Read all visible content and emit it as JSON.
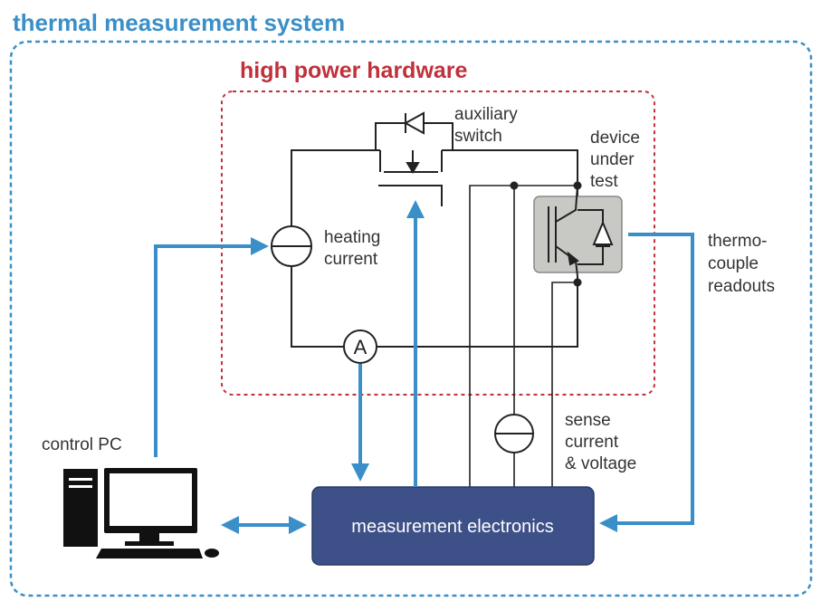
{
  "colors": {
    "system_border": "#3a8fc8",
    "hardware_border": "#c0313a",
    "arrow": "#3a8fc8",
    "wire": "#222222",
    "electronics_fill": "#3d5088",
    "electronics_text": "#ffffff",
    "dut_fill": "#c8c8c4"
  },
  "titles": {
    "system": "thermal measurement system",
    "hardware": "high power hardware"
  },
  "labels": {
    "auxiliary_switch": [
      "auxiliary",
      "switch"
    ],
    "device_under_test": [
      "device",
      "under",
      "test"
    ],
    "heating_current": [
      "heating",
      "current"
    ],
    "thermocouple_readouts": [
      "thermo-",
      "couple",
      "readouts"
    ],
    "sense_current_voltage": [
      "sense",
      "current",
      "& voltage"
    ],
    "control_pc": "control PC",
    "ammeter_symbol": "A",
    "measurement_electronics": "measurement electronics"
  },
  "icons": {
    "computer": "desktop-computer-icon",
    "diode": "diode-icon",
    "transistor": "igbt-icon",
    "current_source": "current-source-icon",
    "ammeter": "ammeter-icon"
  }
}
